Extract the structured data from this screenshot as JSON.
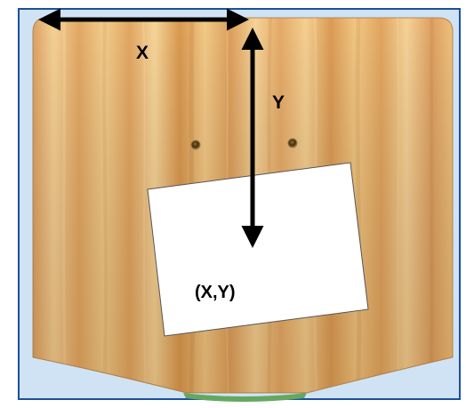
{
  "labels": {
    "x": "X",
    "y": "Y",
    "point": "(X,Y)"
  },
  "colors": {
    "frame_border": "#1b4f9c",
    "frame_background": "#cfe3f5",
    "wood_light": "#f3cb8b",
    "wood_mid": "#e8b06a",
    "wood_dark": "#d99a55",
    "paper": "#ffffff",
    "arrow": "#000000"
  }
}
